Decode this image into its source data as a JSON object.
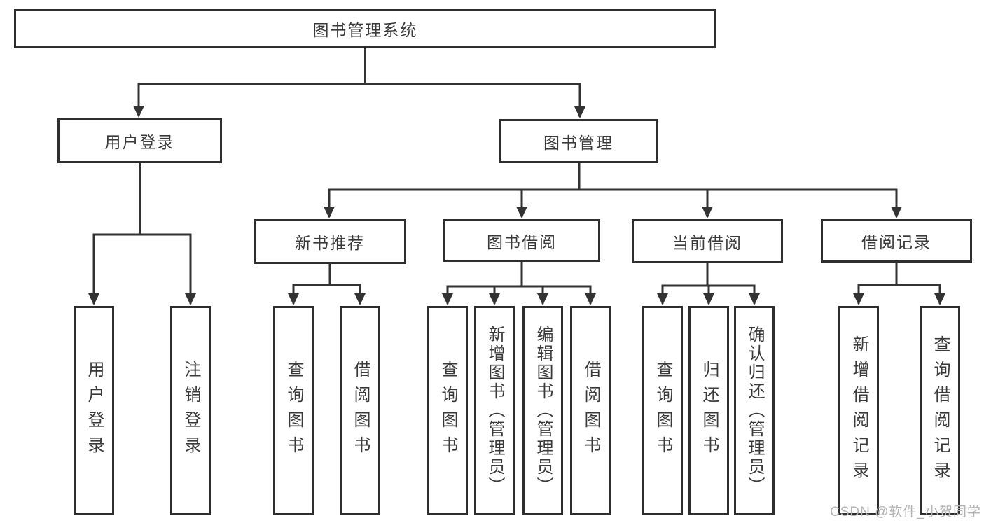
{
  "tree": {
    "root": {
      "label": "图书管理系统",
      "children": {
        "user_login": {
          "label": "用户登录",
          "children": {
            "login": {
              "label": "用户登录"
            },
            "logout": {
              "label": "注销登录"
            }
          }
        },
        "book_mgmt": {
          "label": "图书管理",
          "children": {
            "new_book_rec": {
              "label": "新书推荐",
              "children": {
                "query_book": {
                  "label": "查询图书"
                },
                "borrow_book": {
                  "label": "借阅图书"
                }
              }
            },
            "book_borrow": {
              "label": "图书借阅",
              "children": {
                "query_book": {
                  "label": "查询图书"
                },
                "add_book": {
                  "label": "新增图书（管理员）"
                },
                "edit_book": {
                  "label": "编辑图书（管理员）"
                },
                "borrow_book": {
                  "label": "借阅图书"
                }
              }
            },
            "current_borrow": {
              "label": "当前借阅",
              "children": {
                "query_book": {
                  "label": "查询图书"
                },
                "return_book": {
                  "label": "归还图书"
                },
                "confirm_return": {
                  "label": "确认归还（管理员）"
                }
              }
            },
            "borrow_records": {
              "label": "借阅记录",
              "children": {
                "add_record": {
                  "label": "新增借阅记录"
                },
                "query_record": {
                  "label": "查询借阅记录"
                }
              }
            }
          }
        }
      }
    }
  },
  "watermark": {
    "text": "CSDN @软件_小贺同学"
  },
  "colors": {
    "line": "#333333",
    "box_border": "#2e2e2e",
    "text": "#3a3a3a",
    "watermark": "#b3b3b3",
    "background": "#ffffff"
  }
}
